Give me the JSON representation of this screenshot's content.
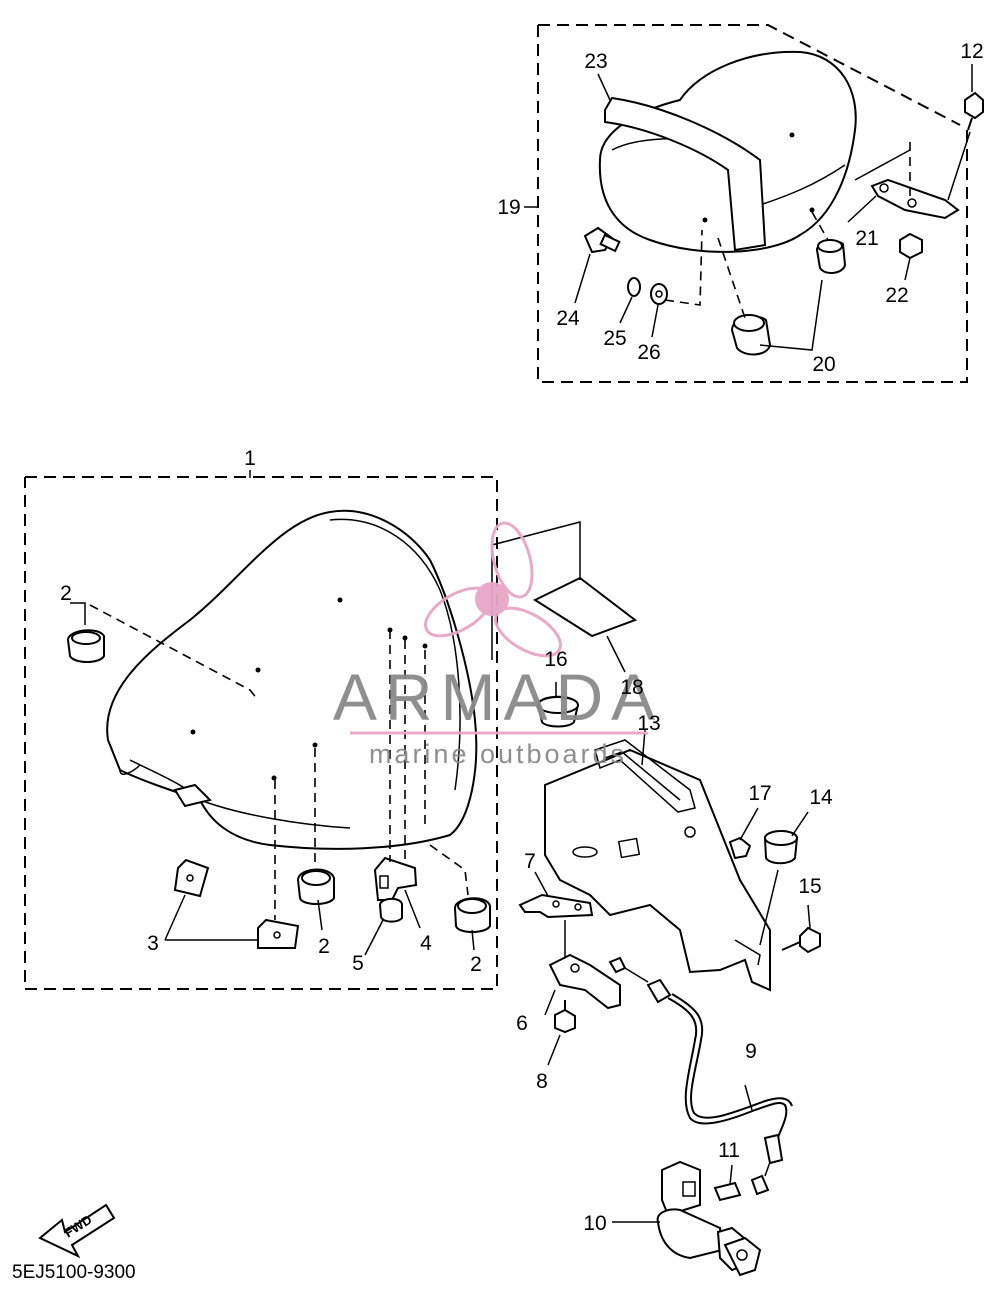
{
  "diagram": {
    "part_code": "5EJ5100-9300",
    "fwd_label": "FWD",
    "watermark": {
      "title": "ARMADA",
      "subtitle": "marine outboards",
      "title_color": "#8a8a8a",
      "accent_color": "#e7a6c6"
    },
    "callouts": [
      "1",
      "2",
      "2",
      "2",
      "3",
      "4",
      "5",
      "6",
      "7",
      "8",
      "9",
      "10",
      "11",
      "12",
      "13",
      "14",
      "15",
      "16",
      "17",
      "18",
      "19",
      "20",
      "21",
      "22",
      "23",
      "24",
      "25",
      "26"
    ]
  }
}
